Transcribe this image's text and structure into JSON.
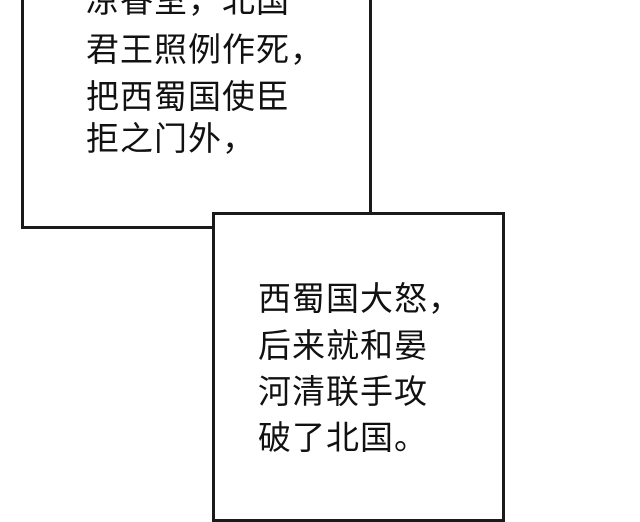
{
  "panel_top": {
    "lines": [
      "凉眷室，北国",
      "君王照例作死，",
      "把西蜀国使臣",
      "拒之门外，"
    ]
  },
  "panel_bottom": {
    "lines": [
      "西蜀国大怒，",
      "后来就和晏",
      "河清联手攻",
      "破了北国。"
    ]
  }
}
